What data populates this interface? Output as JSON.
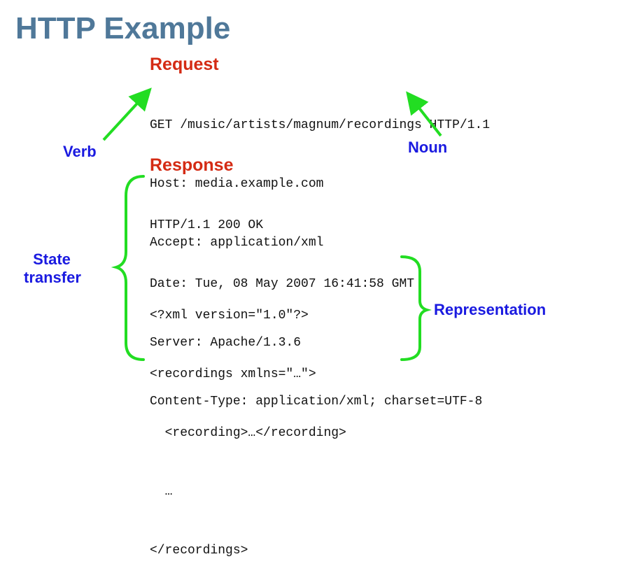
{
  "title": "HTTP Example",
  "request": {
    "heading": "Request",
    "lines": [
      "GET /music/artists/magnum/recordings HTTP/1.1",
      "Host: media.example.com",
      "Accept: application/xml"
    ]
  },
  "response": {
    "heading": "Response",
    "header_lines": [
      "HTTP/1.1 200 OK",
      "Date: Tue, 08 May 2007 16:41:58 GMT",
      "Server: Apache/1.3.6",
      "Content-Type: application/xml; charset=UTF-8"
    ],
    "body_lines": [
      "<?xml version=\"1.0\"?>",
      "<recordings xmlns=\"…\">",
      "  <recording>…</recording>",
      "  …",
      "</recordings>"
    ]
  },
  "annotations": {
    "verb": "Verb",
    "noun": "Noun",
    "state_transfer_1": "State",
    "state_transfer_2": "transfer",
    "representation": "Representation"
  },
  "colors": {
    "title": "#4f7899",
    "heading": "#d42b14",
    "annotation_text": "#1a1ae0",
    "arrow_bracket": "#22dd22"
  }
}
